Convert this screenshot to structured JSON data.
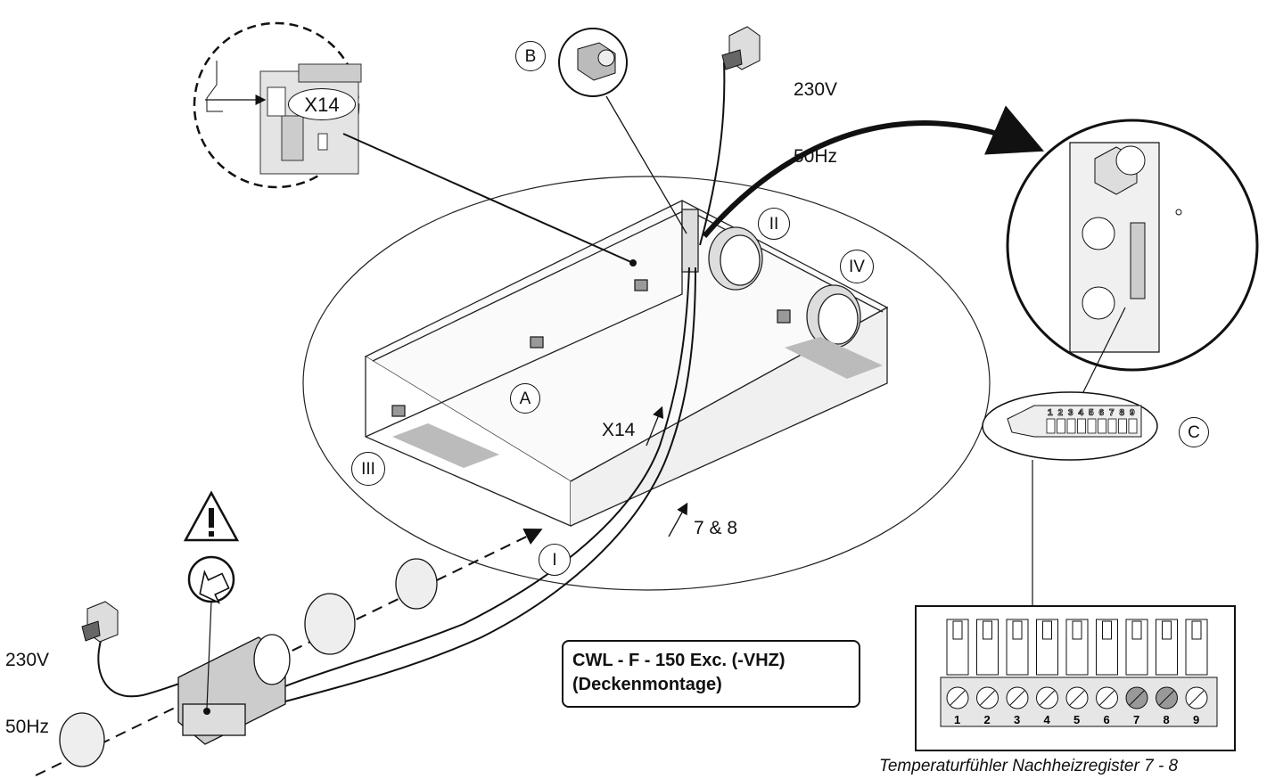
{
  "labels": {
    "power_top": [
      "230V",
      "50Hz"
    ],
    "power_left": [
      "230V",
      "50Hz"
    ],
    "x14_detail": "X14",
    "x14_arrow": "X14",
    "terminal_arrow": "7 & 8"
  },
  "markers": {
    "A": "A",
    "B": "B",
    "C": "C",
    "I": "I",
    "II": "II",
    "III": "III",
    "IV": "IV"
  },
  "title": {
    "line1": "CWL - F - 150 Exc. (-VHZ)",
    "line2": "(Deckenmontage)"
  },
  "terminal_numbers": [
    "1",
    "2",
    "3",
    "4",
    "5",
    "6",
    "7",
    "8",
    "9"
  ],
  "caption": "Temperaturfühler Nachheizregister 7 - 8",
  "icons": [
    "warning-triangle-icon",
    "flow-direction-arrow-icon",
    "power-socket-icon"
  ]
}
